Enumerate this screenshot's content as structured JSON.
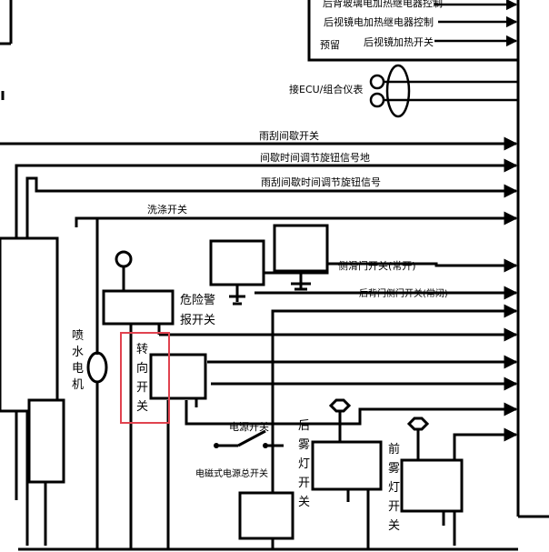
{
  "labels": {
    "top_partial": "后背玻璃电加热继电器控制",
    "mirror_heat_relay": "后视镜电加热继电器控制",
    "reserved": "预留",
    "mirror_heat_switch": "后视镜加热开关",
    "ecu_cluster": "接ECU/组合仪表",
    "wiper_intermittent_switch": "雨刮间歇开关",
    "intermittent_knob_ground": "间歇时间调节旋钮信号地",
    "wiper_intermittent_knob_signal": "雨刮间歇时间调节旋钮信号",
    "washer_switch": "洗涤开关",
    "side_door_switch": "侧滑门开关(常开)",
    "rear_side_door_switch": "后背门侧门开关(常闭)",
    "hazard_switch": "危险警报开关",
    "washer_motor": "喷水电机",
    "turn_switch": "转向开关",
    "power_switch": "电源开关",
    "electric_master_switch": "电磁式电源总开关",
    "rear_fog_switch": "后雾灯开关",
    "front_fog_switch": "前雾灯开关"
  },
  "colors": {
    "wire": "#000000",
    "highlight": "#e0434f",
    "background": "#ffffff"
  }
}
